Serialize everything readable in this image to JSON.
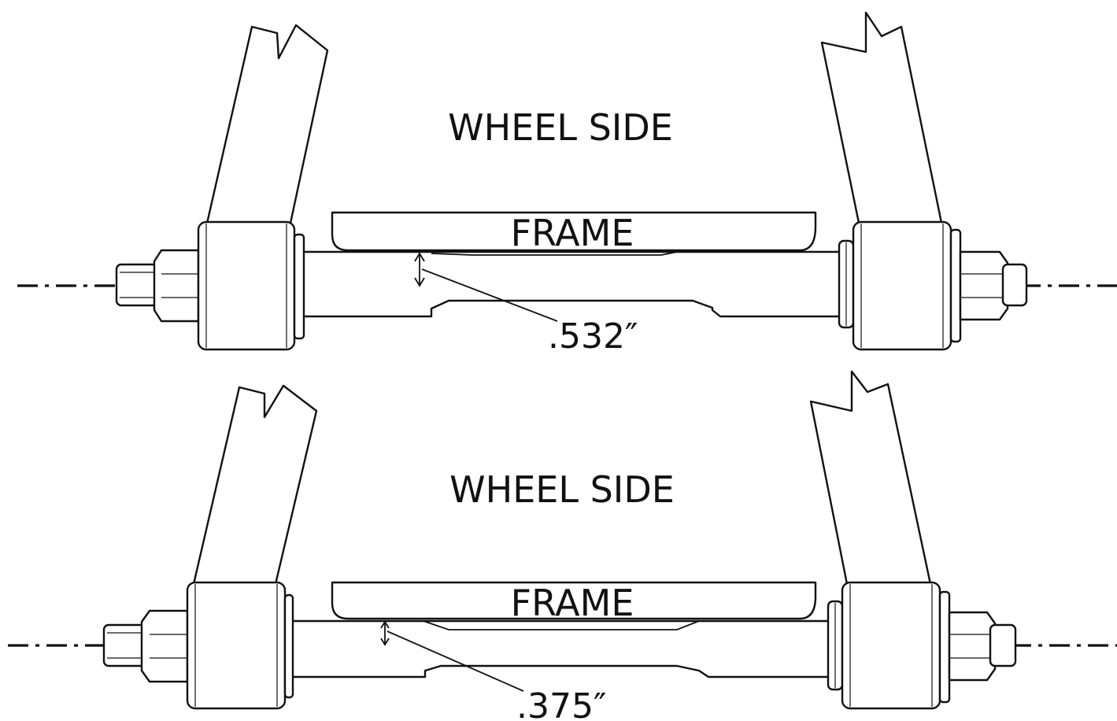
{
  "diagrams": [
    {
      "side_label": "WHEEL SIDE",
      "frame_label": "FRAME",
      "dimension": ".532″"
    },
    {
      "side_label": "WHEEL SIDE",
      "frame_label": "FRAME",
      "dimension": ".375″"
    }
  ],
  "colors": {
    "line": "#111111",
    "background": "#ffffff"
  }
}
